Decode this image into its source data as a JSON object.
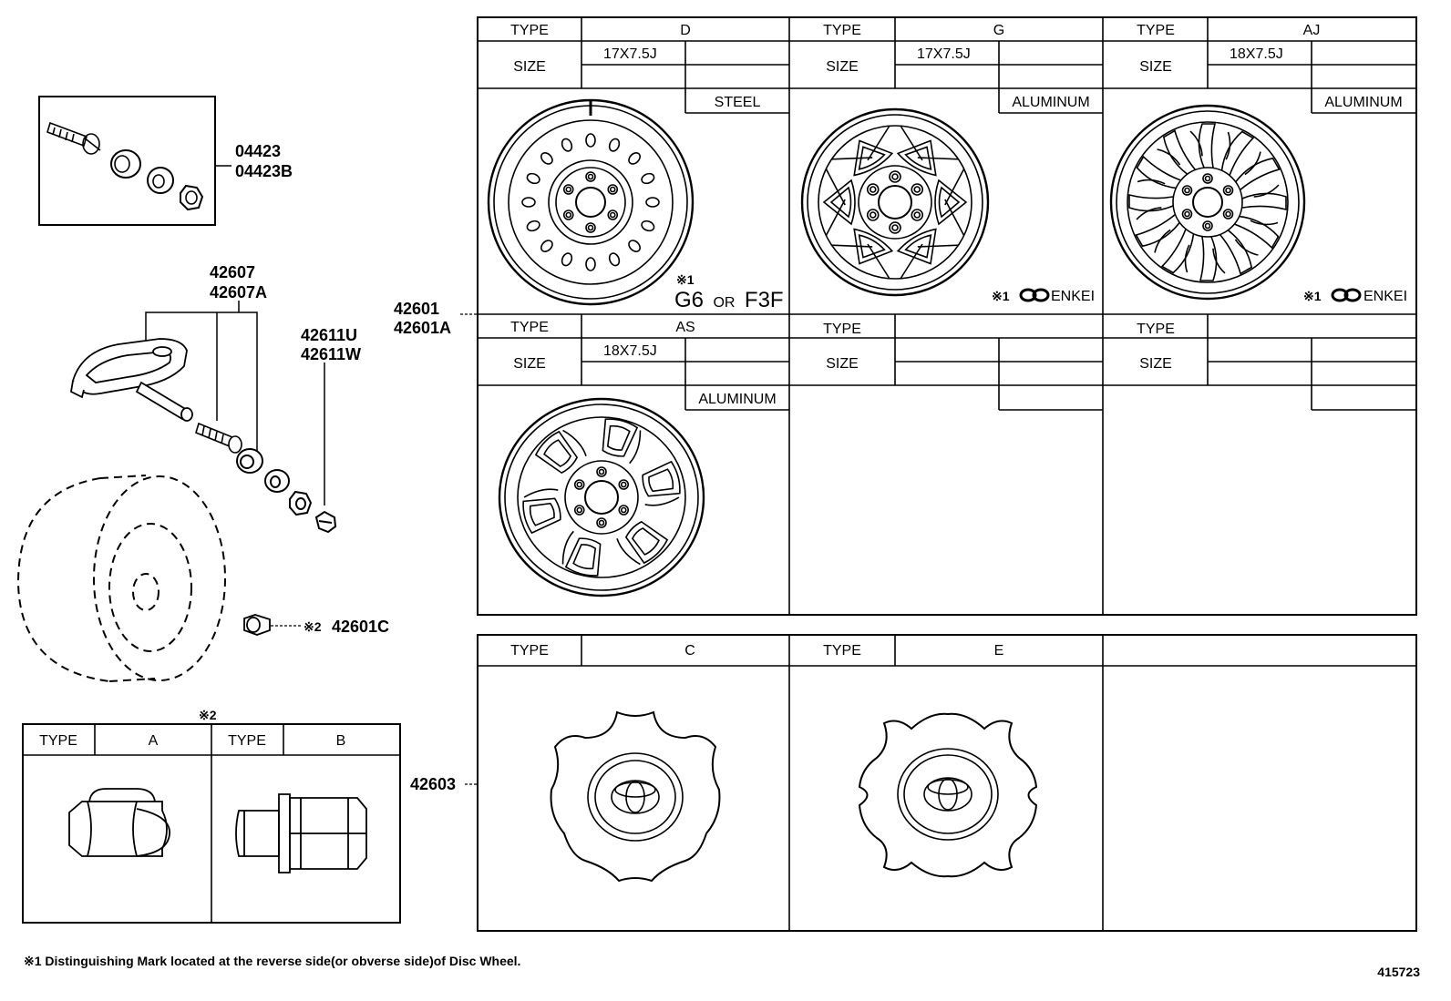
{
  "valve_kit": {
    "part_numbers": [
      "04423",
      "04423B"
    ]
  },
  "sensor": {
    "part_numbers": [
      "42607",
      "42607A"
    ],
    "cap_part_numbers": [
      "42611U",
      "42611W"
    ]
  },
  "wheel": {
    "part_numbers": [
      "42601",
      "42601A"
    ],
    "balance_weight": {
      "mark": "※2",
      "part_number": "42601C"
    }
  },
  "wheel_table": {
    "type_label": "TYPE",
    "size_label": "SIZE",
    "cells": [
      {
        "type": "D",
        "size": "17X7.5J",
        "material": "STEEL",
        "mark": "※1",
        "mark_text": "G6",
        "or_text": "OR",
        "mark_text2": "F3F"
      },
      {
        "type": "G",
        "size": "17X7.5J",
        "material": "ALUMINUM",
        "mark": "※1",
        "maker": "ENKEI"
      },
      {
        "type": "AJ",
        "size": "18X7.5J",
        "material": "ALUMINUM",
        "mark": "※1",
        "maker": "ENKEI"
      },
      {
        "type": "AS",
        "size": "18X7.5J",
        "material": "ALUMINUM"
      },
      {
        "type": "",
        "size": "",
        "material": ""
      },
      {
        "type": "",
        "size": "",
        "material": ""
      }
    ]
  },
  "cap_table": {
    "part_number": "42603",
    "type_label": "TYPE",
    "cells": [
      {
        "type": "C"
      },
      {
        "type": "E"
      },
      {
        "type": ""
      }
    ]
  },
  "nut_table": {
    "mark": "※2",
    "type_label": "TYPE",
    "cells": [
      {
        "type": "A"
      },
      {
        "type": "B"
      }
    ]
  },
  "footnote": "※1 Distinguishing Mark located at the reverse side(or obverse side)of Disc Wheel.",
  "figure_number": "415723"
}
